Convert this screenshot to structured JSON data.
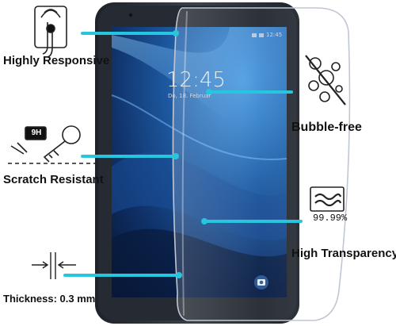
{
  "features": {
    "responsive": "Highly Responsive",
    "scratch": "Scratch Resistant",
    "bubble": "Bubble-free",
    "transparency": "High Transparency",
    "thickness": "Thickness: 0.3 mm",
    "hardness_badge": "9H",
    "transparency_percent": "99.99%"
  },
  "tablet_screen": {
    "time": "12:45",
    "date": "Do, 18. Februar",
    "status_time": "12:45"
  },
  "icons": {
    "responsive": "finger-touch-icon",
    "scratch": "key-scratch-icon",
    "bubble": "bubbles-icon",
    "transparency": "wave-lines-icon",
    "thickness": "thickness-arrows-icon",
    "camera": "camera-icon"
  },
  "colors": {
    "accent_cyan": "#27c6df",
    "tablet_frame": "#2c323c",
    "screen_dark": "#0b1e3f",
    "screen_blue": "#1f5fa8"
  }
}
